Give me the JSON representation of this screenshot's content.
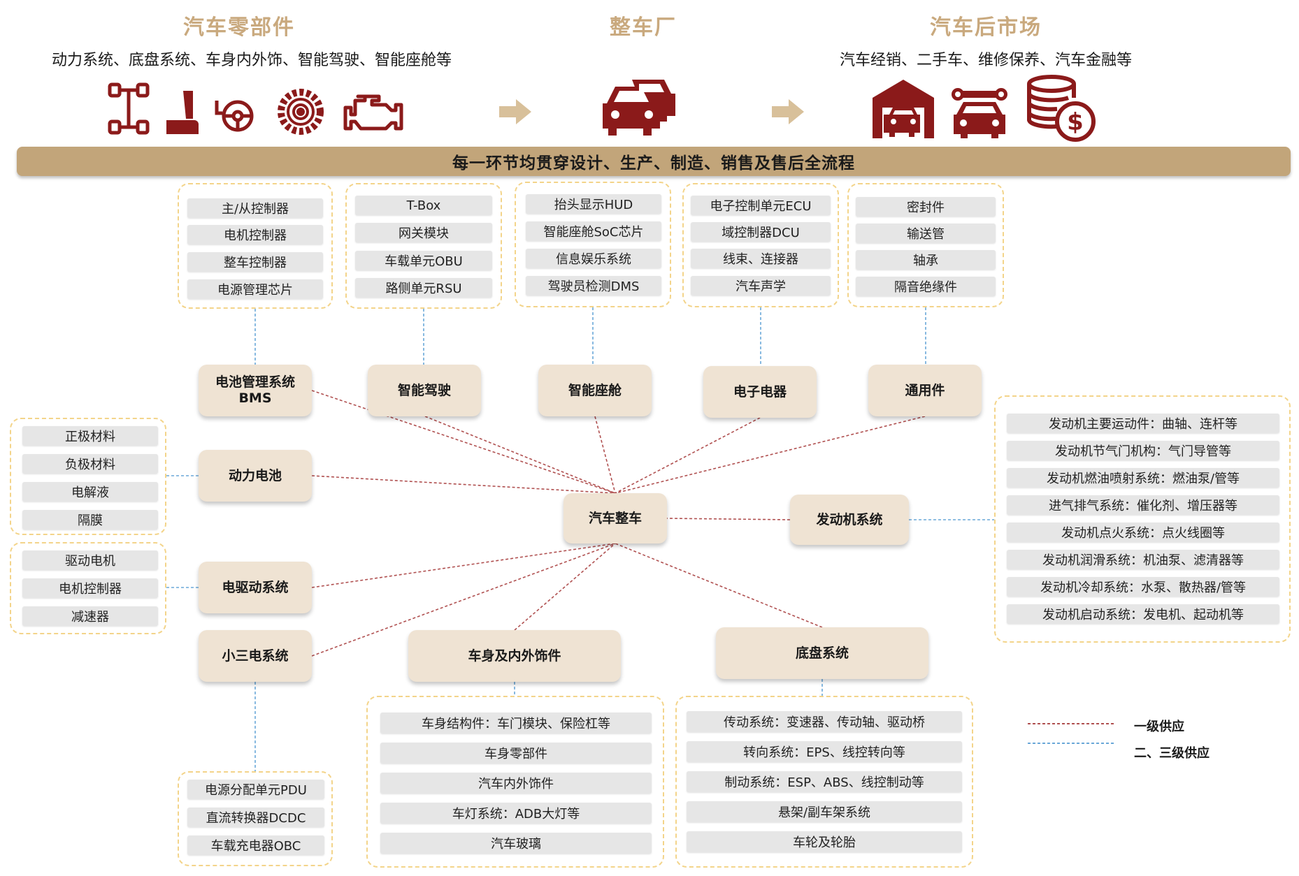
{
  "stages": [
    {
      "title": "汽车零部件",
      "subtitle": "动力系统、底盘系统、车身内外饰、智能驾驶、智能座舱等"
    },
    {
      "title": "整车厂",
      "subtitle": ""
    },
    {
      "title": "汽车后市场",
      "subtitle": "汽车经销、二手车、维修保养、汽车金融等"
    }
  ],
  "banner": "每一环节均贯穿设计、生产、制造、销售及售后全流程",
  "icons": {
    "parts": [
      "drivetrain-chassis-icon",
      "car-seat-icon",
      "steering-wheel-icon",
      "gear-icon",
      "engine-icon"
    ],
    "oem": "cars-icon",
    "aftermarket": [
      "car-garage-icon",
      "car-repair-icon",
      "coins-dollar-icon"
    ],
    "arrows": [
      "right-arrow-icon",
      "right-arrow-icon"
    ]
  },
  "colors": {
    "accent": "#c2a57a",
    "title": "#c9a97e",
    "icon": "#8b1a1a",
    "node_fill": "#efe3d3",
    "item_fill": "#e6e6e6",
    "group_border": "#f3d48a",
    "primary_line": "#b05050",
    "secondary_line": "#6aa8d8"
  },
  "center": "汽车整车",
  "nodes": {
    "bms": "电池管理系统BMS",
    "adas": "智能驾驶",
    "cockpit": "智能座舱",
    "electronics": "电子电器",
    "general": "通用件",
    "battery": "动力电池",
    "edrive": "电驱动系统",
    "three_e": "小三电系统",
    "body": "车身及内外饰件",
    "chassis": "底盘系统",
    "engine": "发动机系统"
  },
  "groups": {
    "bms": [
      "主/从控制器",
      "电机控制器",
      "整车控制器",
      "电源管理芯片"
    ],
    "adas": [
      "T-Box",
      "网关模块",
      "车载单元OBU",
      "路侧单元RSU"
    ],
    "cockpit": [
      "抬头显示HUD",
      "智能座舱SoC芯片",
      "信息娱乐系统",
      "驾驶员检测DMS"
    ],
    "electronics": [
      "电子控制单元ECU",
      "域控制器DCU",
      "线束、连接器",
      "汽车声学"
    ],
    "general": [
      "密封件",
      "输送管",
      "轴承",
      "隔音绝缘件"
    ],
    "battery": [
      "正极材料",
      "负极材料",
      "电解液",
      "隔膜"
    ],
    "edrive": [
      "驱动电机",
      "电机控制器",
      "减速器"
    ],
    "three_e": [
      "电源分配单元PDU",
      "直流转换器DCDC",
      "车载充电器OBC"
    ],
    "body": [
      "车身结构件：车门模块、保险杠等",
      "车身零部件",
      "汽车内外饰件",
      "车灯系统：ADB大灯等",
      "汽车玻璃"
    ],
    "chassis": [
      "传动系统：变速器、传动轴、驱动桥",
      "转向系统：EPS、线控转向等",
      "制动系统：ESP、ABS、线控制动等",
      "悬架/副车架系统",
      "车轮及轮胎"
    ],
    "engine": [
      "发动机主要运动件：曲轴、连杆等",
      "发动机节气门机构：气门导管等",
      "发动机燃油喷射系统：燃油泵/管等",
      "进气排气系统：催化剂、增压器等",
      "发动机点火系统：点火线圈等",
      "发动机润滑系统：机油泵、滤清器等",
      "发动机冷却系统：水泵、散热器/管等",
      "发动机启动系统：发电机、起动机等"
    ]
  },
  "legend": {
    "primary": "一级供应",
    "secondary": "二、三级供应"
  }
}
